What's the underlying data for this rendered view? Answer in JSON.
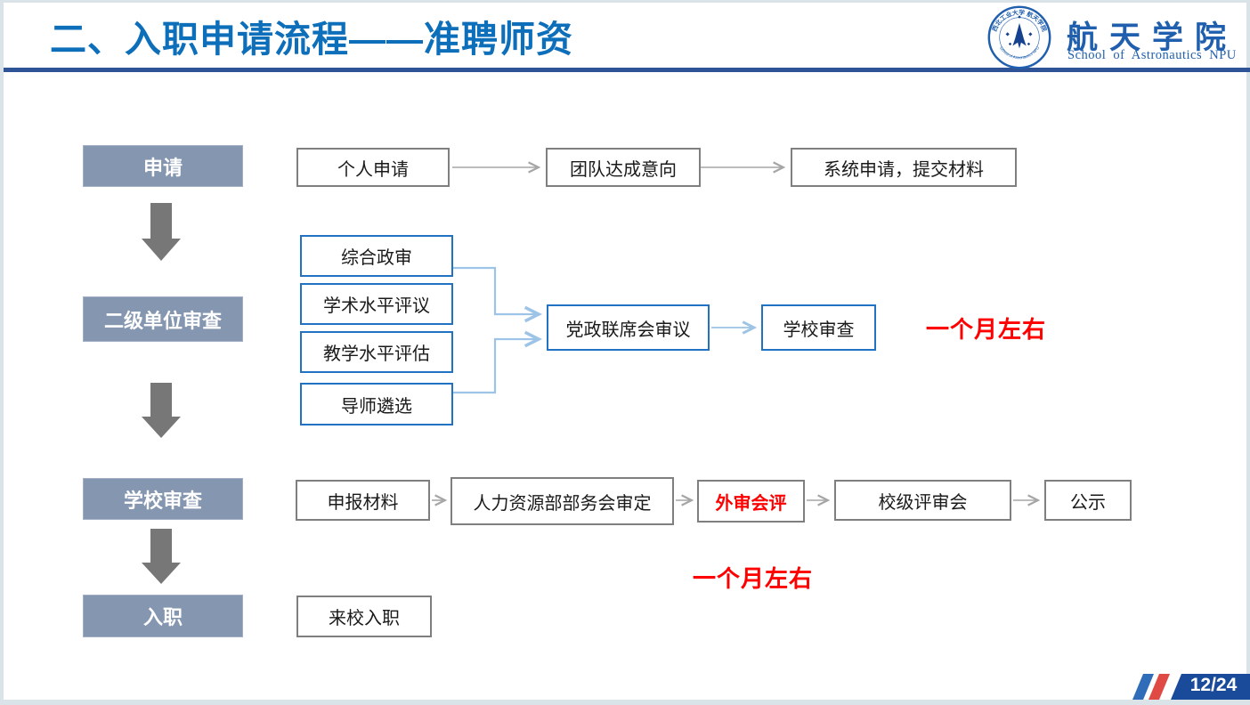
{
  "title": "二、入职申请流程——准聘师资",
  "logo": {
    "name_cn": "航天学院",
    "name_en": "School of Astronautics NPU",
    "seal_top": "西北工业大学 航天学院",
    "seal_bottom": "School of Astronautics NPU"
  },
  "page": {
    "number": "12/24"
  },
  "stages": {
    "s1": "申请",
    "s2": "二级单位审查",
    "s3": "学校审查",
    "s4": "入职"
  },
  "row1": {
    "b1": "个人申请",
    "b2": "团队达成意向",
    "b3": "系统申请，提交材料"
  },
  "row2": {
    "b1": "综合政审",
    "b2": "学术水平评议",
    "b3": "教学水平评估",
    "b4": "导师遴选",
    "merge": "党政联席会审议",
    "review": "学校审查",
    "note": "一个月左右"
  },
  "row3": {
    "b1": "申报材料",
    "b2": "人力资源部部务会审定",
    "b3": "外审会评",
    "b4": "校级评审会",
    "b5": "公示",
    "note": "一个月左右"
  },
  "row4": {
    "b1": "来校入职"
  },
  "colors": {
    "title_blue": "#0d6eba",
    "rule_blue": "#2e5396",
    "stage_fill": "#8496b0",
    "blue_border": "#2272c4",
    "connector_blue": "#9dc3e6",
    "gray_border": "#7f7f7f",
    "arrow_gray": "#a6a6a6",
    "block_arrow_gray": "#777777",
    "note_red": "#ff0000",
    "badge_navy": "#1a4b9b",
    "badge_red": "#e04a45",
    "badge_blue": "#2f6db8"
  }
}
